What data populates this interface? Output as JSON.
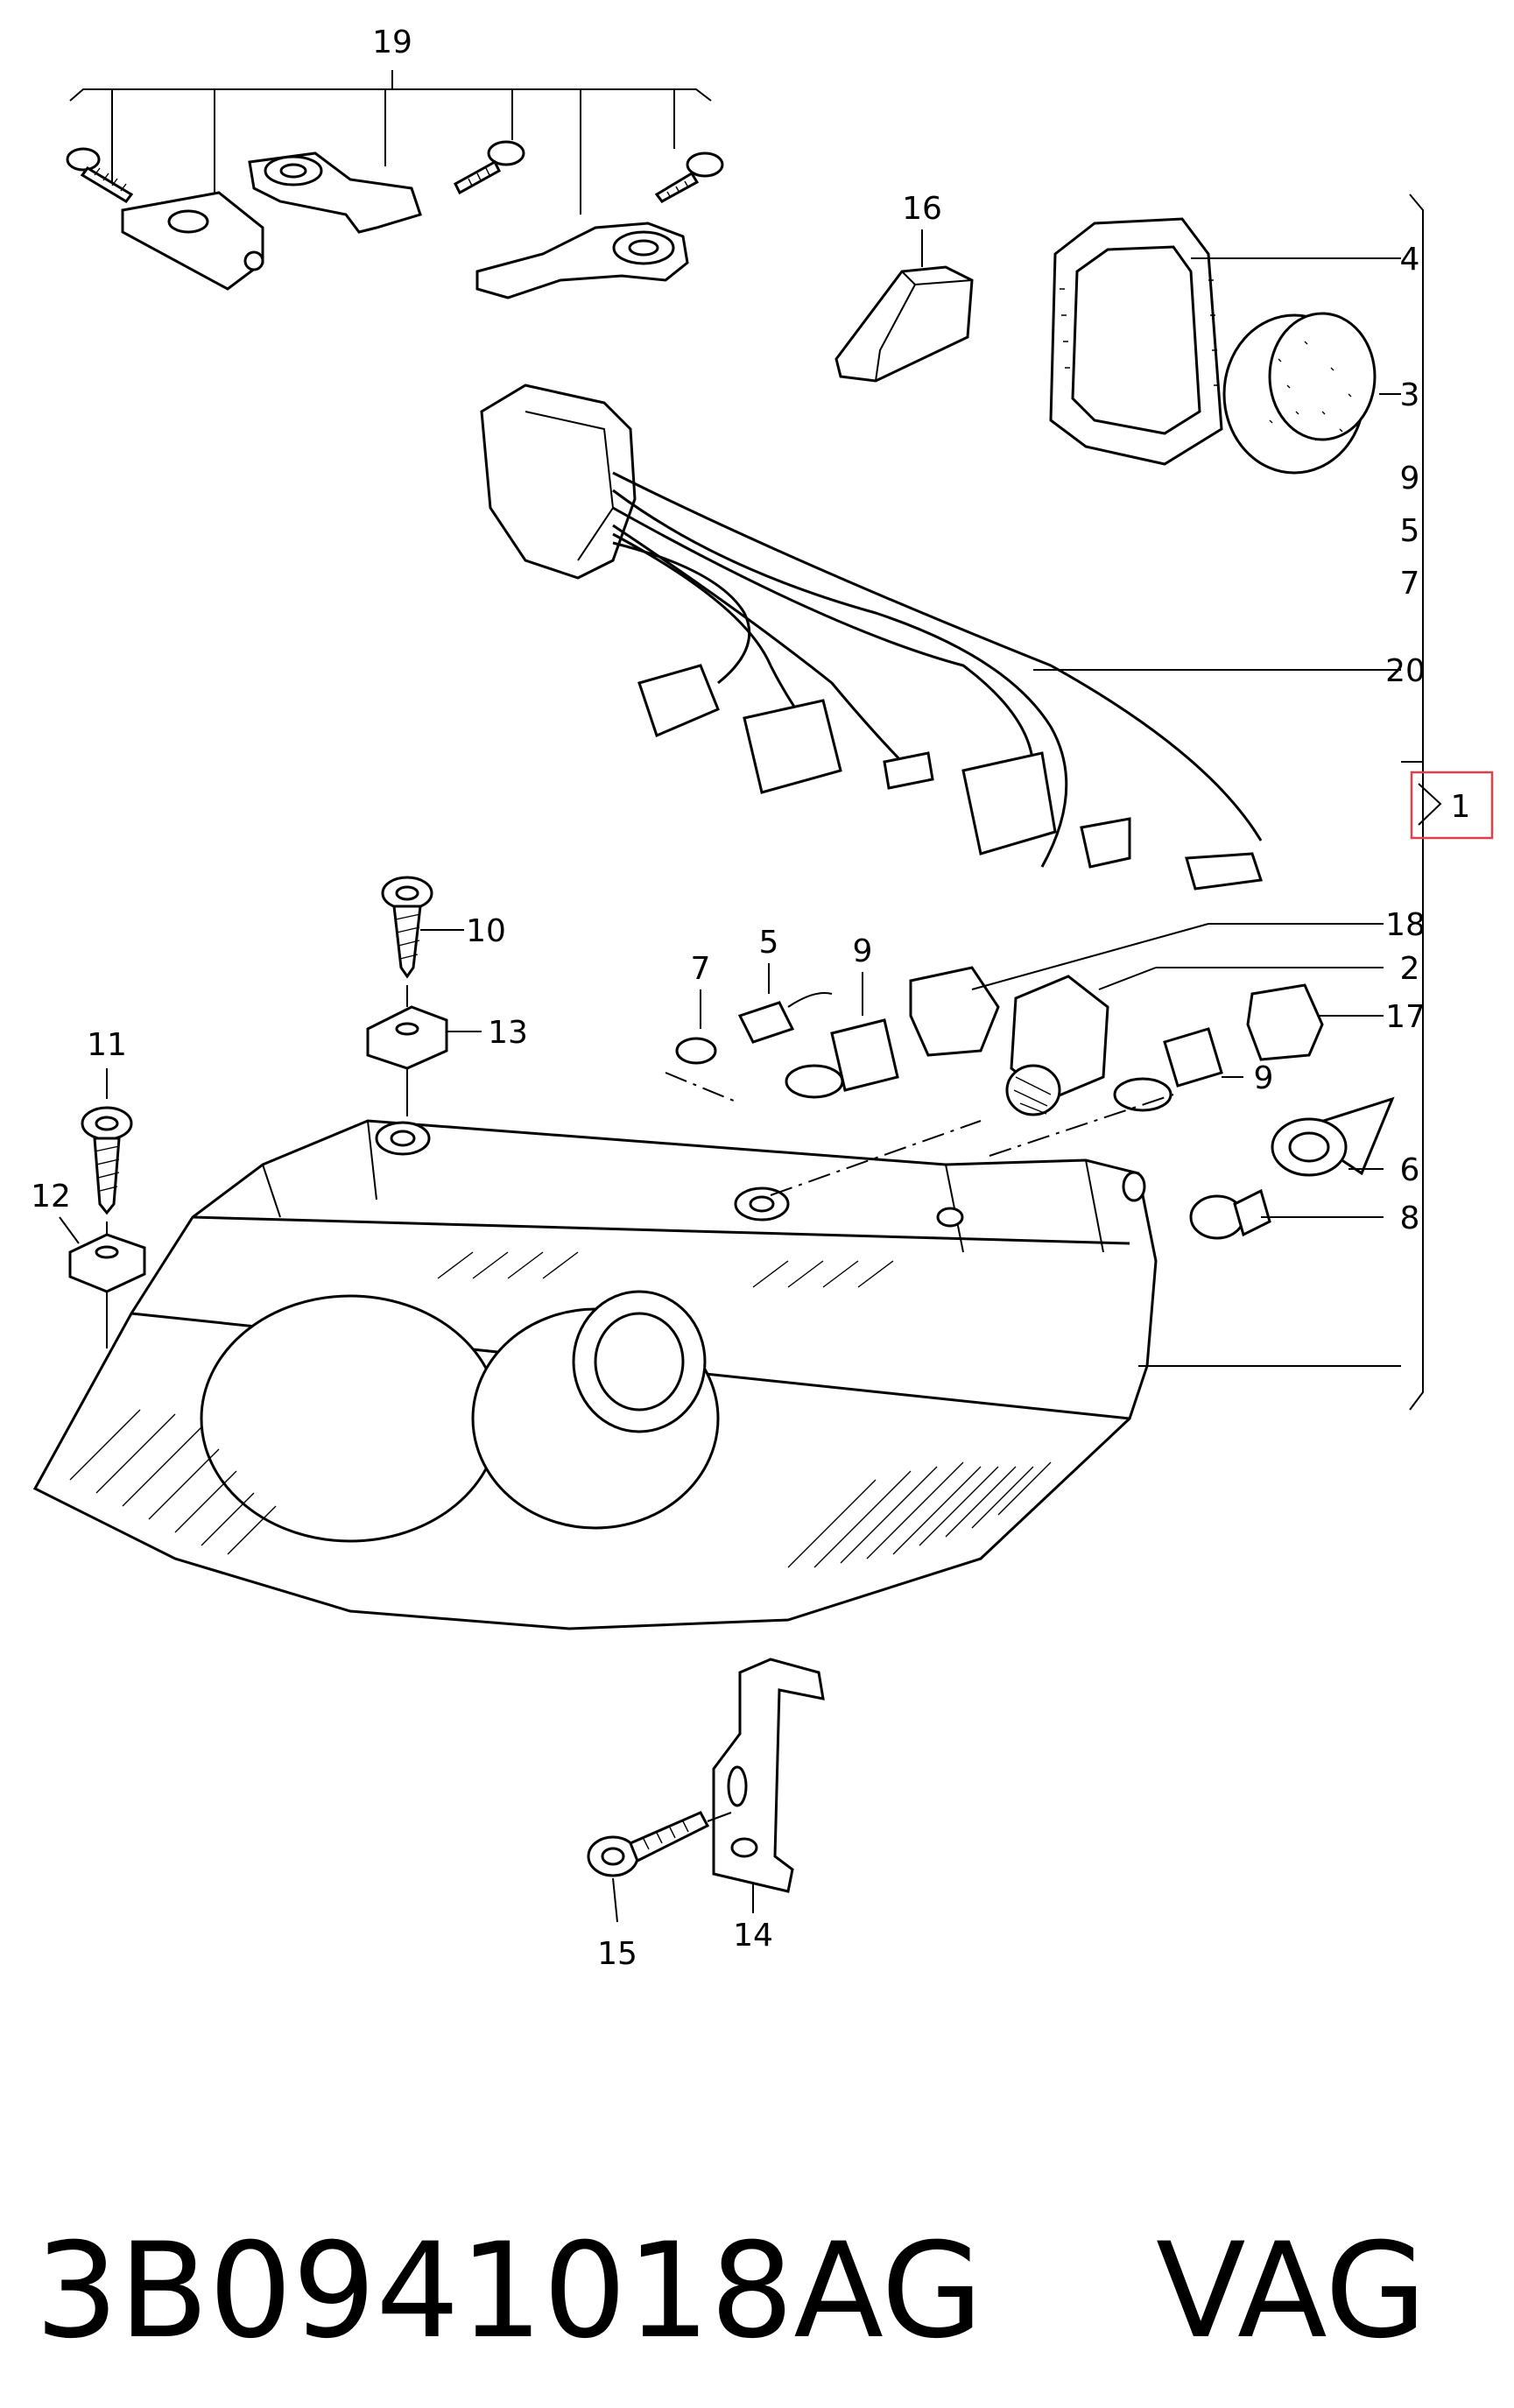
{
  "callouts": {
    "c1": "1",
    "c2": "2",
    "c3": "3",
    "c4": "4",
    "c5_right": "5",
    "c5_bulb": "5",
    "c6": "6",
    "c7_right": "7",
    "c7_bulb": "7",
    "c8": "8",
    "c9_right": "9",
    "c9_bulb_left": "9",
    "c9_bulb_right": "9",
    "c10": "10",
    "c11": "11",
    "c12": "12",
    "c13": "13",
    "c14": "14",
    "c15": "15",
    "c16": "16",
    "c17": "17",
    "c18": "18",
    "c19": "19",
    "c20": "20"
  },
  "highlight_color": "#e0404a",
  "part_number": "3B0941018AG",
  "brand": "VAG"
}
